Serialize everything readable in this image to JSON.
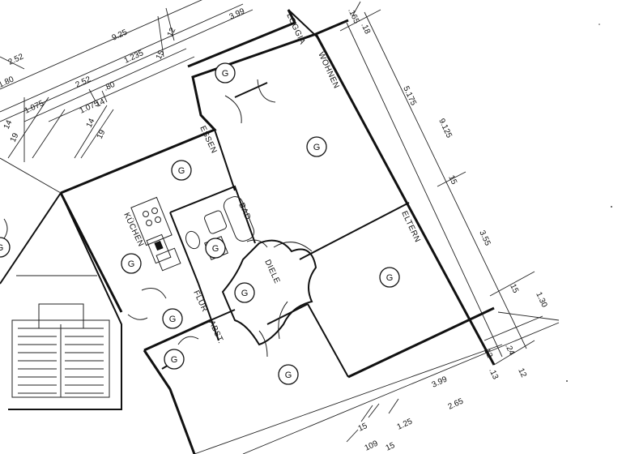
{
  "rooms": [
    {
      "id": "loggia",
      "label": "LOGGIA"
    },
    {
      "id": "wohnen",
      "label": "WOHNEN"
    },
    {
      "id": "essen",
      "label": "ESSEN"
    },
    {
      "id": "kuechen",
      "label": "KÜCHEN"
    },
    {
      "id": "bad",
      "label": "BAD"
    },
    {
      "id": "diele",
      "label": "DIELE"
    },
    {
      "id": "eltern",
      "label": "ELTERN"
    },
    {
      "id": "flur",
      "label": "FLUR"
    },
    {
      "id": "abst",
      "label": "ABST."
    }
  ],
  "symbol_letter": "G",
  "symbol_count": 11,
  "dimensions": {
    "top_left": [
      "2.52",
      "1.80",
      "2.52",
      ".80",
      "1.075",
      "1.075",
      "14",
      "1.235",
      "9.25",
      "3.99",
      "15",
      "12",
      "19",
      "14",
      "14",
      "19"
    ],
    "right": [
      ".165",
      ".18",
      "5.175",
      "9.125",
      "15",
      "3.55",
      "1.30",
      "15",
      "12",
      ".24",
      ".13",
      "12"
    ],
    "bottom": [
      "3.99",
      "2.65",
      "1.25",
      "15",
      "109",
      "15"
    ]
  }
}
